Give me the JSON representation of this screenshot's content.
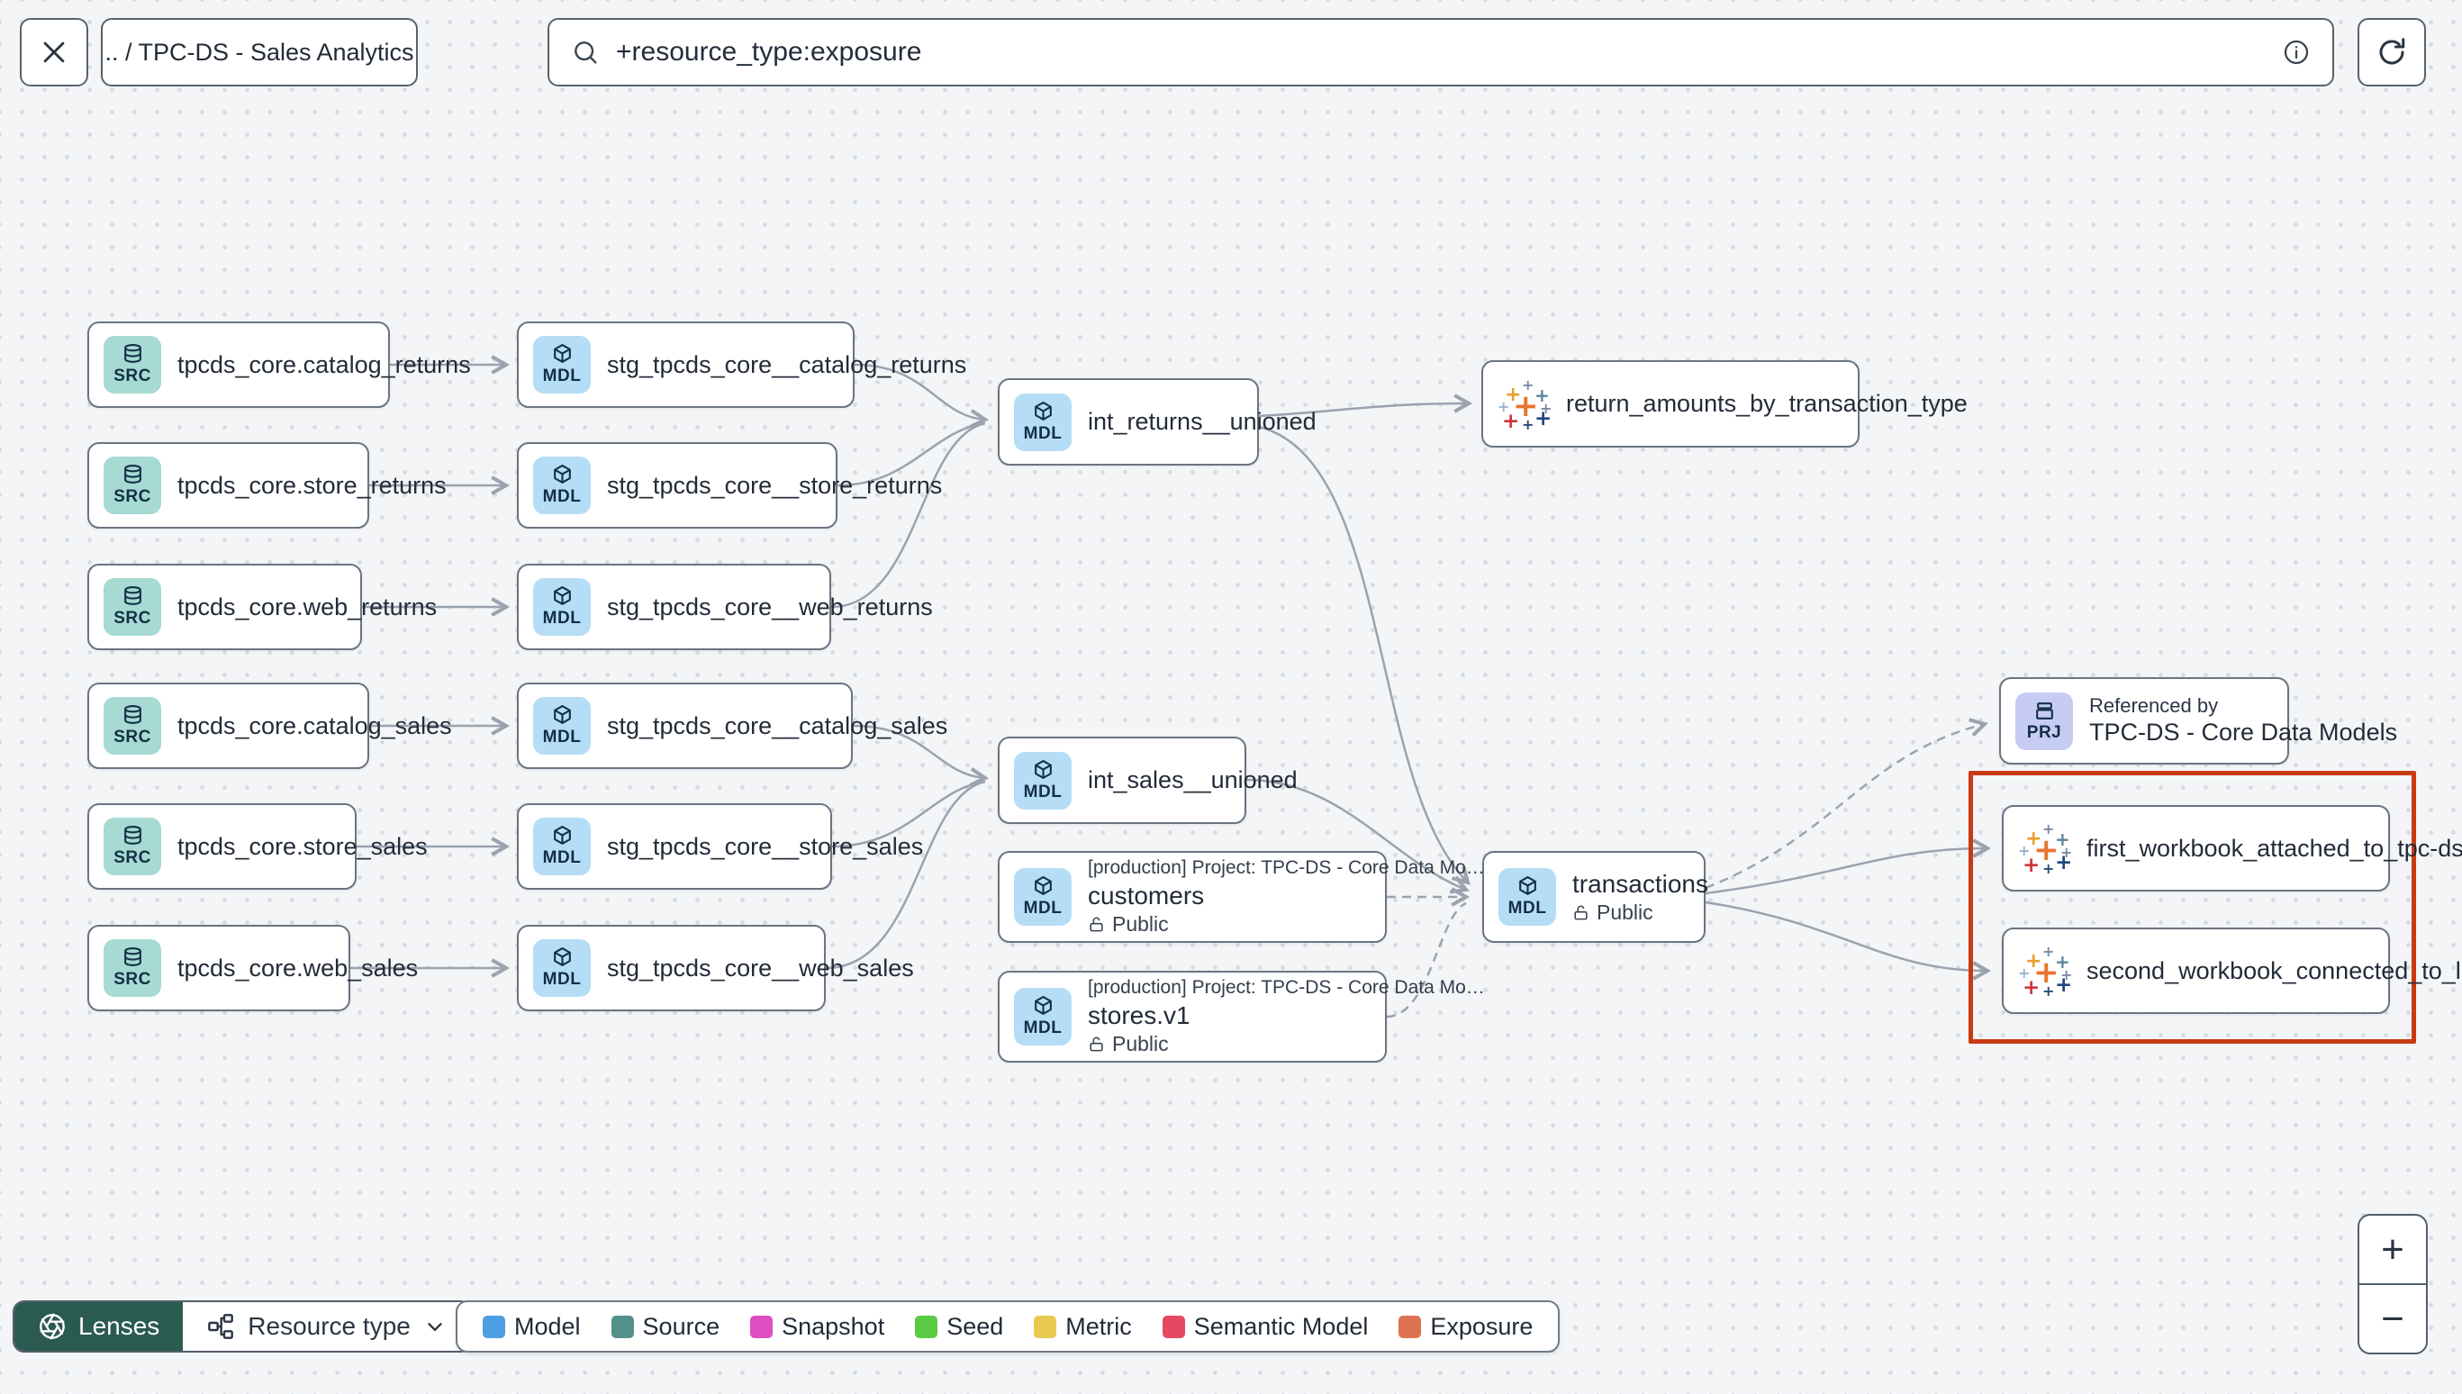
{
  "header": {
    "breadcrumb": ".. / TPC-DS - Sales Analytics",
    "search": {
      "value": "+resource_type:exposure"
    }
  },
  "graph": {
    "badge_src": "SRC",
    "badge_mdl": "MDL",
    "badge_prj": "PRJ",
    "sources": [
      "tpcds_core.catalog_returns",
      "tpcds_core.store_returns",
      "tpcds_core.web_returns",
      "tpcds_core.catalog_sales",
      "tpcds_core.store_sales",
      "tpcds_core.web_sales"
    ],
    "staging": [
      "stg_tpcds_core__catalog_returns",
      "stg_tpcds_core__store_returns",
      "stg_tpcds_core__web_returns",
      "stg_tpcds_core__catalog_sales",
      "stg_tpcds_core__store_sales",
      "stg_tpcds_core__web_sales"
    ],
    "intermediates": [
      "int_returns__unioned",
      "int_sales__unioned"
    ],
    "public_models": [
      {
        "project": "[production] Project: TPC-DS - Core Data Mo…",
        "name": "customers",
        "access": "Public"
      },
      {
        "project": "[production] Project: TPC-DS - Core Data Mo…",
        "name": "stores.v1",
        "access": "Public"
      }
    ],
    "transactions": {
      "name": "transactions",
      "access": "Public"
    },
    "referenced_by": {
      "title": "Referenced by",
      "name": "TPC-DS - Core Data Models"
    },
    "exposures": {
      "returns": "return_amounts_by_transaction_type",
      "workbook1": "first_workbook_attached_to_tpc-ds_-_…",
      "workbook2": "second_workbook_connected_to_live…"
    }
  },
  "footer": {
    "lenses_label": "Lenses",
    "resource_type_label": "Resource type",
    "legend": {
      "items": [
        {
          "label": "Model",
          "color": "#4d9fe3"
        },
        {
          "label": "Source",
          "color": "#53908c"
        },
        {
          "label": "Snapshot",
          "color": "#dd4ec2"
        },
        {
          "label": "Seed",
          "color": "#58cb43"
        },
        {
          "label": "Metric",
          "color": "#e9c94f"
        },
        {
          "label": "Semantic Model",
          "color": "#e54860"
        },
        {
          "label": "Exposure",
          "color": "#dd7350"
        }
      ]
    }
  },
  "zoom_controls": {
    "zoom_in": "+",
    "zoom_out": "−"
  },
  "colors": {
    "selection": "#c93a12",
    "edge": "#9aa3ae",
    "lenses_bg": "#2b5b50",
    "badge_source": "#a6dad3",
    "badge_model": "#b5ddf6",
    "badge_project": "#c6ccf4"
  }
}
